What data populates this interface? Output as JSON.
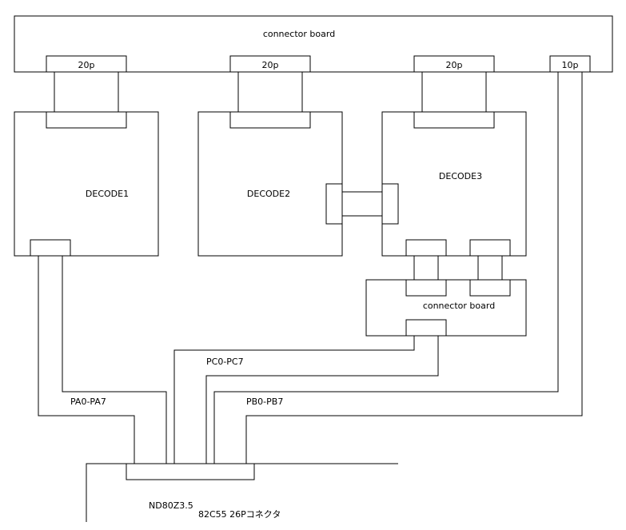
{
  "connector_board_top": {
    "label": "connector board",
    "header_labels": [
      "20p",
      "20p",
      "20p",
      "10p"
    ]
  },
  "decoders": [
    "DECODE1",
    "DECODE2",
    "DECODE3"
  ],
  "connector_board_small": {
    "label": "connector board"
  },
  "buses": {
    "pa": "PA0-PA7",
    "pb": "PB0-PB7",
    "pc": "PC0-PC7"
  },
  "target": {
    "board": "ND80Z3.5",
    "connector": "82C55 26Pコネクタ"
  },
  "colors": {
    "line": "#000000",
    "background": "#ffffff"
  }
}
